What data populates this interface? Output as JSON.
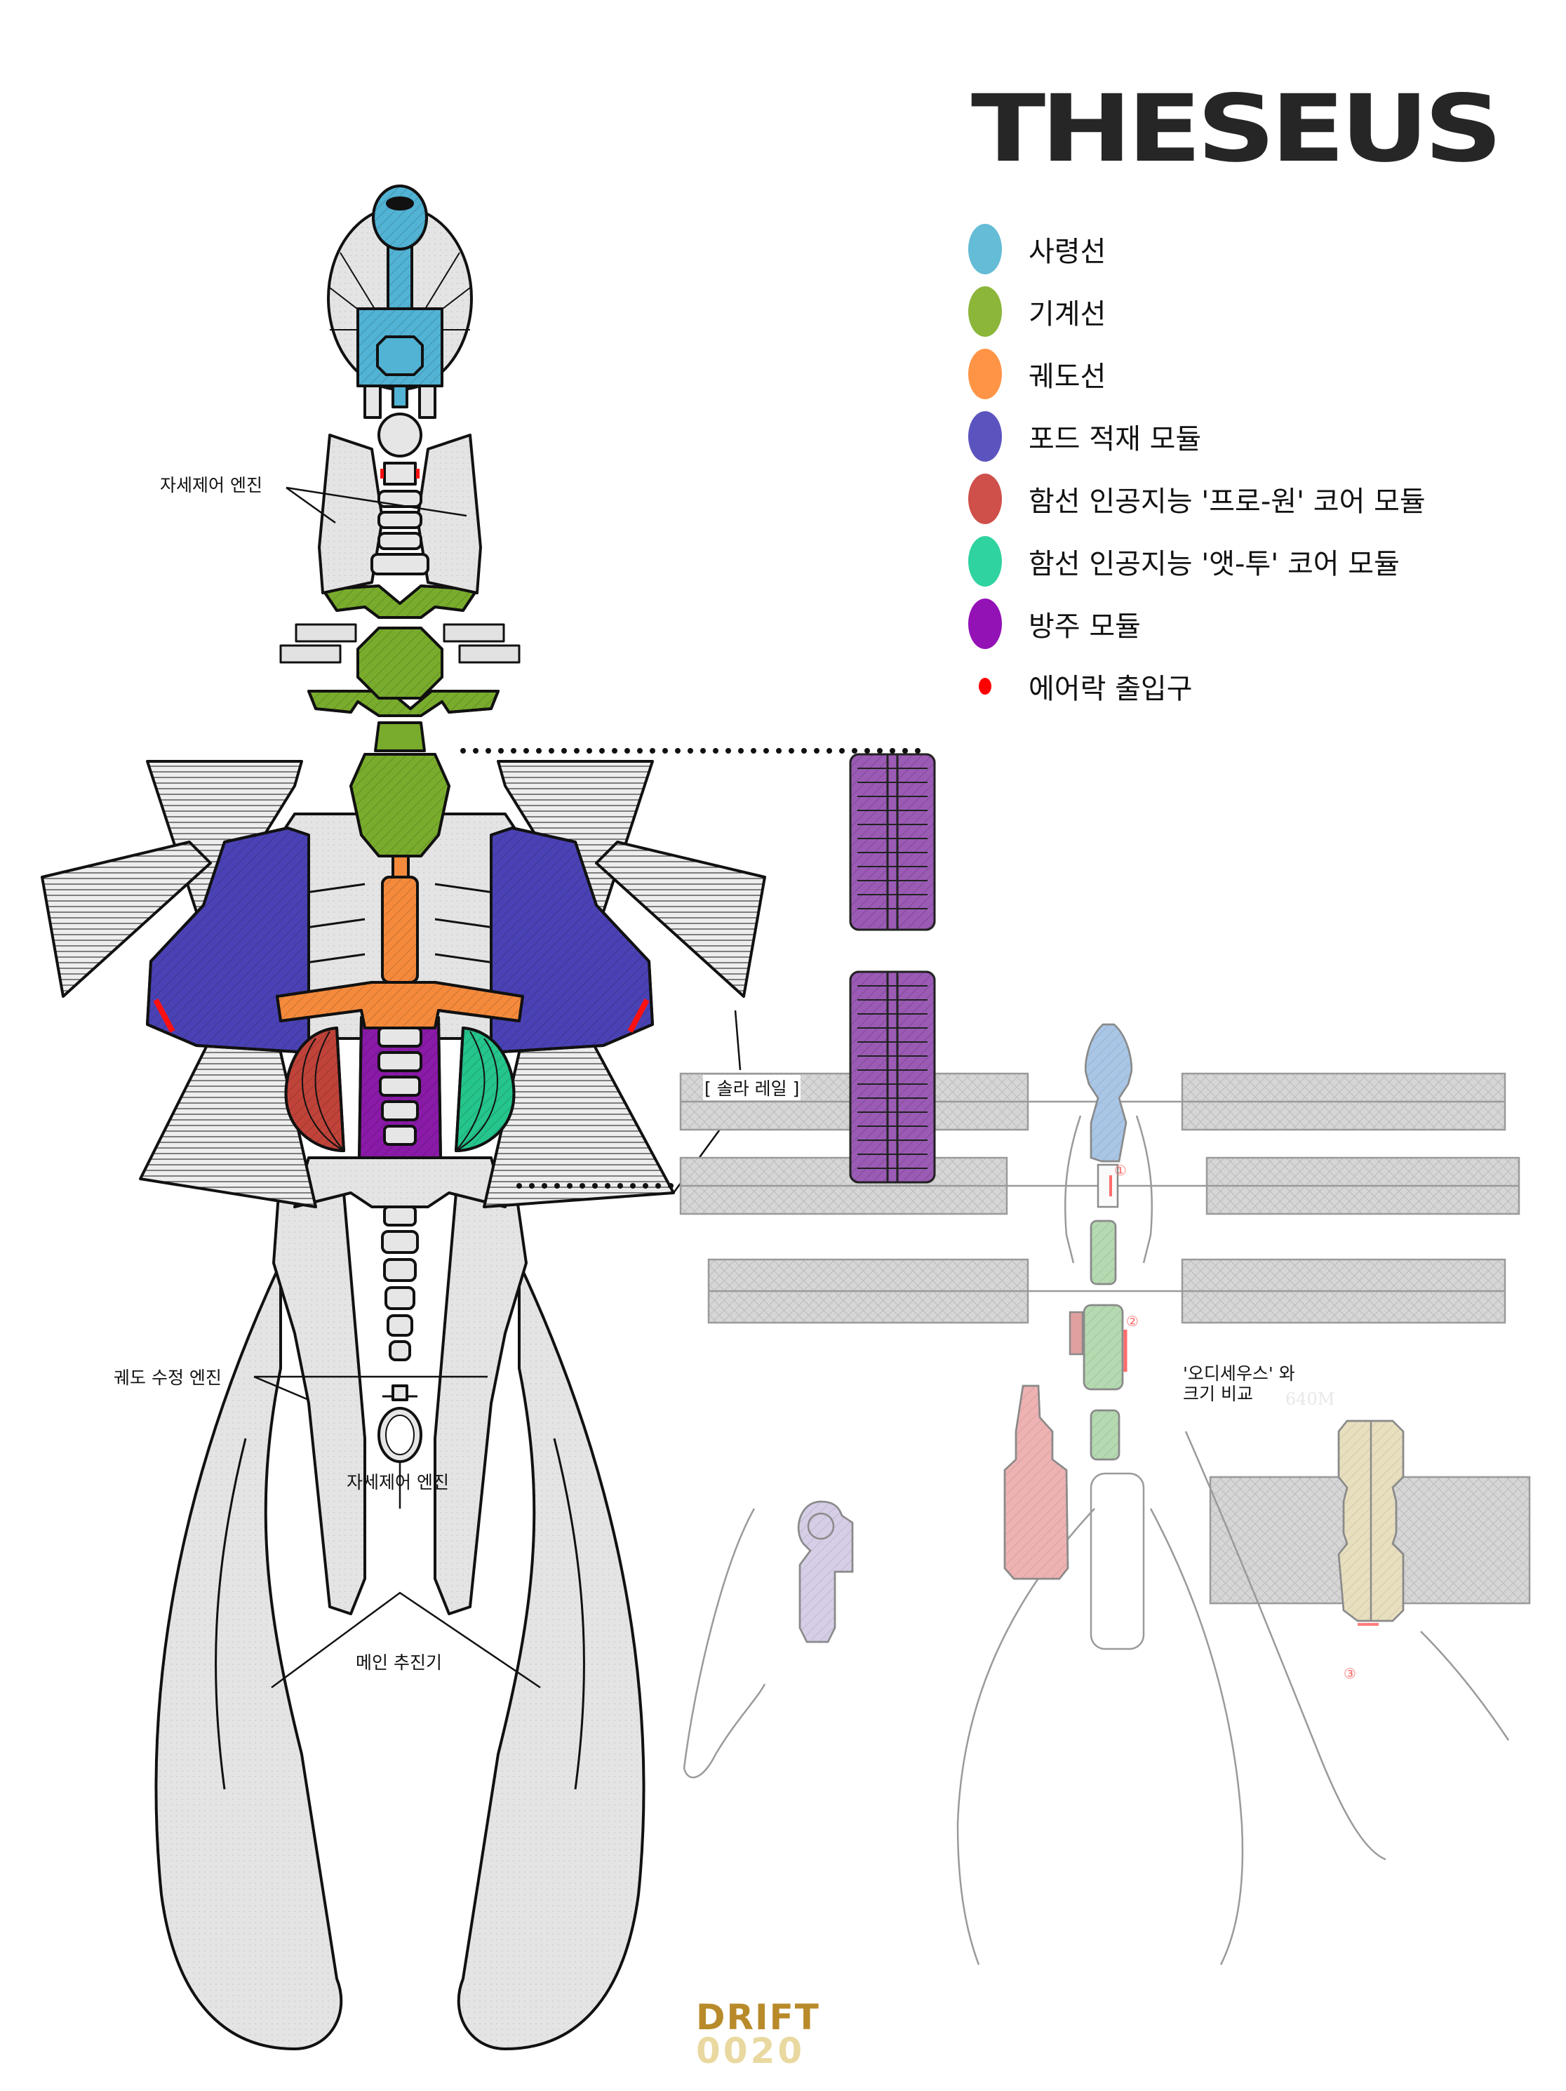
{
  "title": "THESEUS",
  "legend": [
    {
      "label": "사령선",
      "color": "#64bcd6"
    },
    {
      "label": "기계선",
      "color": "#8bb63a"
    },
    {
      "label": "궤도선",
      "color": "#ff9447"
    },
    {
      "label": "포드 적재 모듈",
      "color": "#5c54be"
    },
    {
      "label": "함선 인공지능 '프로-원' 코어 모듈",
      "color": "#cf4f4a"
    },
    {
      "label": "함선 인공지능 '앳-투' 코어 모듈",
      "color": "#2fd3a0"
    },
    {
      "label": "방주 모듈",
      "color": "#9312b6"
    },
    {
      "label": "에어락 출입구",
      "color": "#ff0000"
    }
  ],
  "callouts": {
    "attitude_engine_top": "자세제어 엔진",
    "solar_rail": "[ 솔라 레일 ]",
    "orbit_correction_engine": "궤도 수정 엔진",
    "attitude_engine_bottom": "자세제어 엔진",
    "main_thruster": "메인 추진기",
    "comparison": "'오디세우스' 와\n크기 비교",
    "comparison_line1": "'오디세우스' 와",
    "comparison_line2": "크기 비교",
    "scale_faint": "640M"
  },
  "airlock_markers": [
    "①",
    "②",
    "③"
  ],
  "logo": {
    "line1": "DRIFT",
    "line2": "0020"
  },
  "colors": {
    "hull": "#e3e3e3",
    "outline": "#111111",
    "command": "#52b3d4",
    "engineering": "#79ac2c",
    "orbiter": "#f58a3c",
    "pod": "#4a42b4",
    "ai_pro_one": "#c0433a",
    "ai_at_two": "#25c58c",
    "ark": "#8a1aa8",
    "pod_stack": "#9b5bb5",
    "comparison_gray": "#9a9a9a"
  }
}
